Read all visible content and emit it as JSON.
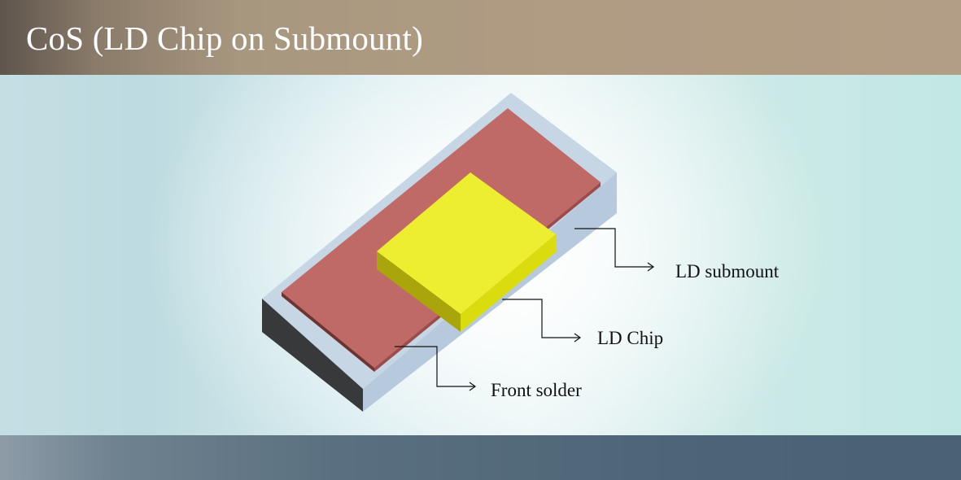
{
  "header": {
    "title": "CoS (LD Chip on Submount)"
  },
  "labels": {
    "submount": "LD submount",
    "chip": "LD Chip",
    "solder": "Front solder"
  },
  "colors": {
    "submount_top": "#c3d4e4",
    "submount_front": "#b8cadc",
    "submount_dark_side": "#3a3a3c",
    "solder_top": "#c06a68",
    "solder_edge": "#8e4644",
    "chip_top": "#eeee30",
    "chip_front": "#d9db0c",
    "chip_side": "#a7a50a"
  }
}
